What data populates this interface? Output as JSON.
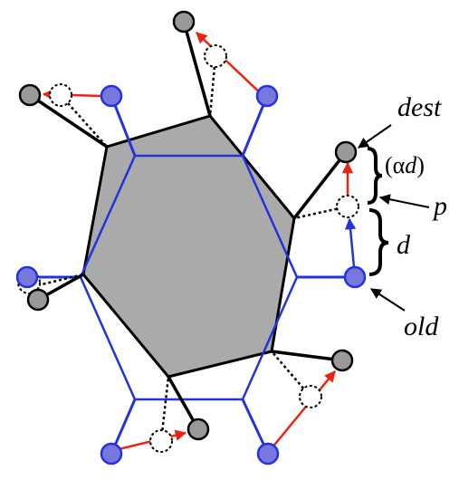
{
  "labels": {
    "dest": "dest",
    "alpha_open": "(",
    "alpha_sym": "α",
    "alpha_d": "d",
    "alpha_close": ")",
    "p": "p",
    "d": "d",
    "old": "old"
  },
  "colors": {
    "hull_fill": "#aaaaaa",
    "old_polygon": "#2233dd",
    "old_vertex_fill": "#7777dd",
    "displacement_arrow": "#ee2211",
    "new_vertex_fill": "#999999",
    "stroke": "#000000"
  }
}
